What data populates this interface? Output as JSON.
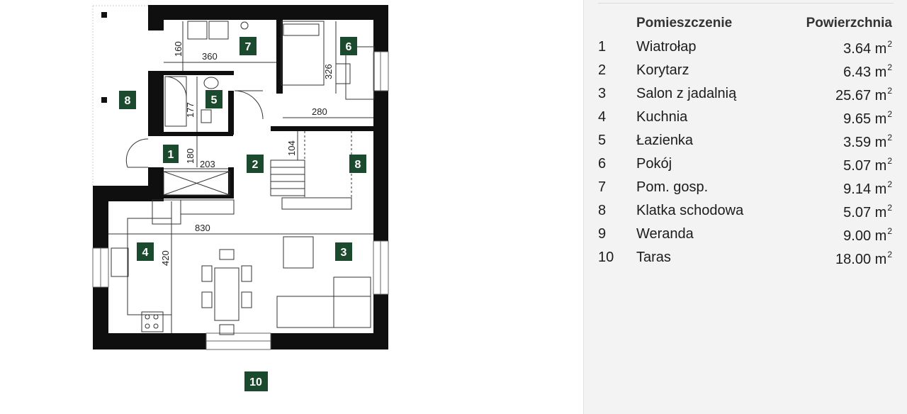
{
  "plan": {
    "dimensions": {
      "d160": "160",
      "d360": "360",
      "d326": "326",
      "d177": "177",
      "d280": "280",
      "d180": "180",
      "d203": "203",
      "d104": "104",
      "d830": "830",
      "d420": "420"
    },
    "badges": {
      "b1": "1",
      "b2": "2",
      "b3": "3",
      "b4": "4",
      "b5": "5",
      "b6": "6",
      "b7": "7",
      "b8a": "8",
      "b8b": "8",
      "b10": "10"
    },
    "badge_color": "#1c4a2e",
    "wall_color": "#0f0f0f"
  },
  "table": {
    "header": {
      "room": "Pomieszczenie",
      "area": "Powierzchnia"
    },
    "rows": [
      {
        "num": "1",
        "name": "Wiatrołap",
        "area": "3.64 m",
        "unit_exp": "2"
      },
      {
        "num": "2",
        "name": "Korytarz",
        "area": "6.43 m",
        "unit_exp": "2"
      },
      {
        "num": "3",
        "name": "Salon z jadalnią",
        "area": "25.67 m",
        "unit_exp": "2"
      },
      {
        "num": "4",
        "name": "Kuchnia",
        "area": "9.65 m",
        "unit_exp": "2"
      },
      {
        "num": "5",
        "name": "Łazienka",
        "area": "3.59 m",
        "unit_exp": "2"
      },
      {
        "num": "6",
        "name": "Pokój",
        "area": "5.07 m",
        "unit_exp": "2"
      },
      {
        "num": "7",
        "name": "Pom. gosp.",
        "area": "9.14 m",
        "unit_exp": "2"
      },
      {
        "num": "8",
        "name": "Klatka schodowa",
        "area": "5.07 m",
        "unit_exp": "2"
      },
      {
        "num": "9",
        "name": "Weranda",
        "area": "9.00 m",
        "unit_exp": "2"
      },
      {
        "num": "10",
        "name": "Taras",
        "area": "18.00 m",
        "unit_exp": "2"
      }
    ]
  }
}
